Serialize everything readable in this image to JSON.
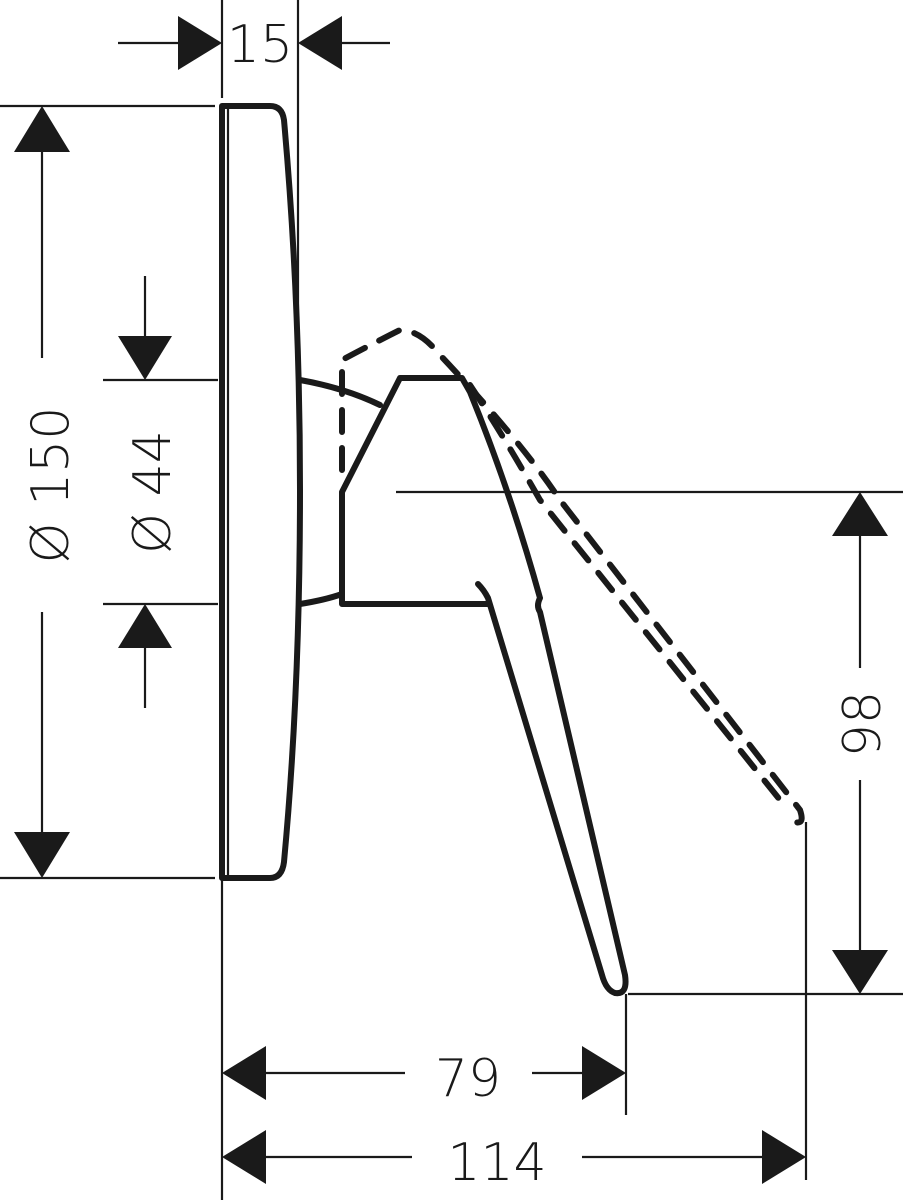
{
  "drawing": {
    "type": "technical dimension drawing",
    "subject": "single-lever shower mixer, side view",
    "line_color": "#1a1a1a",
    "background": "#ffffff"
  },
  "dimensions": {
    "plate_depth": {
      "label": "15",
      "orientation": "horizontal"
    },
    "plate_diameter": {
      "label": "Ø 150",
      "orientation": "vertical"
    },
    "body_diameter": {
      "label": "Ø 44",
      "orientation": "vertical"
    },
    "handle_height": {
      "label": "98",
      "orientation": "vertical"
    },
    "handle_projection": {
      "label": "79",
      "orientation": "horizontal"
    },
    "total_projection": {
      "label": "114",
      "orientation": "horizontal"
    }
  }
}
